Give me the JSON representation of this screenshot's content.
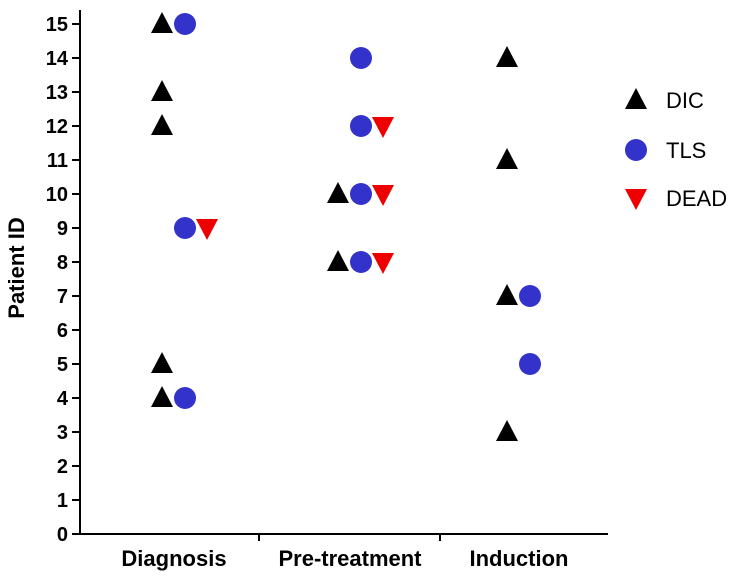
{
  "chart_data": {
    "type": "scatter",
    "title": "",
    "xlabel": "",
    "ylabel": "Patient ID",
    "categories": [
      "Diagnosis",
      "Pre-treatment",
      "Induction"
    ],
    "ylim": [
      0,
      15
    ],
    "yticks": [
      "0",
      "1",
      "2",
      "3",
      "4",
      "5",
      "6",
      "7",
      "8",
      "9",
      "10",
      "11",
      "12",
      "13",
      "14",
      "15"
    ],
    "grid": false,
    "legend_position": "right",
    "series": [
      {
        "name": "DIC",
        "marker": "triangle-up",
        "color": "#000000",
        "points": [
          {
            "category": "Diagnosis",
            "y": 15
          },
          {
            "category": "Diagnosis",
            "y": 13
          },
          {
            "category": "Diagnosis",
            "y": 12
          },
          {
            "category": "Diagnosis",
            "y": 5
          },
          {
            "category": "Diagnosis",
            "y": 4
          },
          {
            "category": "Pre-treatment",
            "y": 10
          },
          {
            "category": "Pre-treatment",
            "y": 8
          },
          {
            "category": "Induction",
            "y": 14
          },
          {
            "category": "Induction",
            "y": 11
          },
          {
            "category": "Induction",
            "y": 7
          },
          {
            "category": "Induction",
            "y": 3
          }
        ]
      },
      {
        "name": "TLS",
        "marker": "circle",
        "color": "#3333cc",
        "points": [
          {
            "category": "Diagnosis",
            "y": 15
          },
          {
            "category": "Diagnosis",
            "y": 9
          },
          {
            "category": "Diagnosis",
            "y": 4
          },
          {
            "category": "Pre-treatment",
            "y": 14
          },
          {
            "category": "Pre-treatment",
            "y": 12
          },
          {
            "category": "Pre-treatment",
            "y": 10
          },
          {
            "category": "Pre-treatment",
            "y": 8
          },
          {
            "category": "Induction",
            "y": 7
          },
          {
            "category": "Induction",
            "y": 5
          }
        ]
      },
      {
        "name": "DEAD",
        "marker": "triangle-down",
        "color": "#ee0000",
        "points": [
          {
            "category": "Diagnosis",
            "y": 9
          },
          {
            "category": "Pre-treatment",
            "y": 12
          },
          {
            "category": "Pre-treatment",
            "y": 10
          },
          {
            "category": "Pre-treatment",
            "y": 8
          }
        ]
      }
    ]
  }
}
